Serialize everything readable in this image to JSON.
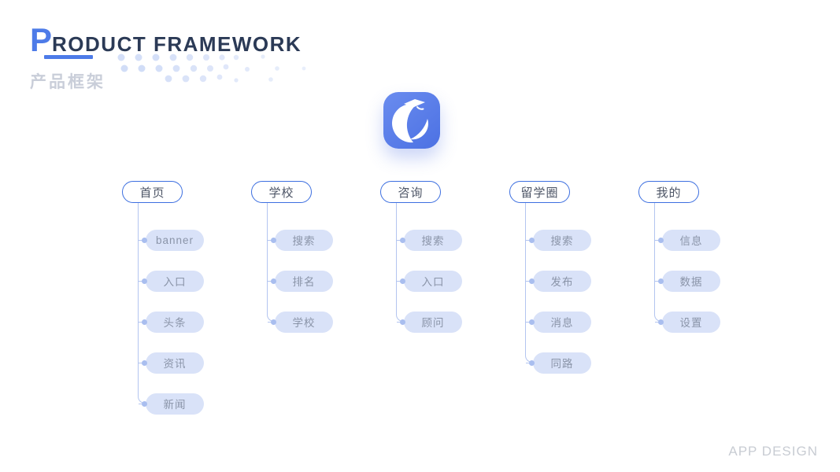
{
  "header": {
    "title_initial": "P",
    "title_rest": "RODUCT FRAMEWORK",
    "subtitle": "产品框架"
  },
  "tree": {
    "columns": [
      {
        "title": "首页",
        "items": [
          "banner",
          "入口",
          "头条",
          "资讯",
          "新闻"
        ]
      },
      {
        "title": "学校",
        "items": [
          "搜索",
          "排名",
          "学校"
        ]
      },
      {
        "title": "咨询",
        "items": [
          "搜索",
          "入口",
          "顾问"
        ]
      },
      {
        "title": "留学圈",
        "items": [
          "搜索",
          "发布",
          "消息",
          "同路"
        ]
      },
      {
        "title": "我的",
        "items": [
          "信息",
          "数据",
          "设置"
        ]
      }
    ]
  },
  "footer": {
    "label": "APP DESIGN"
  },
  "colors": {
    "accent": "#4D7BE8",
    "title": "#2B3A56",
    "subtitle": "#C9CED9",
    "node_border": "#3D6FE0",
    "leaf_bg": "#D9E2F8",
    "leaf_text": "#8A94A8",
    "connector": "#B3C5F0",
    "icon_top": "#6A8CEF",
    "icon_bottom": "#4C71E3",
    "dots": "#C6D4F5"
  }
}
